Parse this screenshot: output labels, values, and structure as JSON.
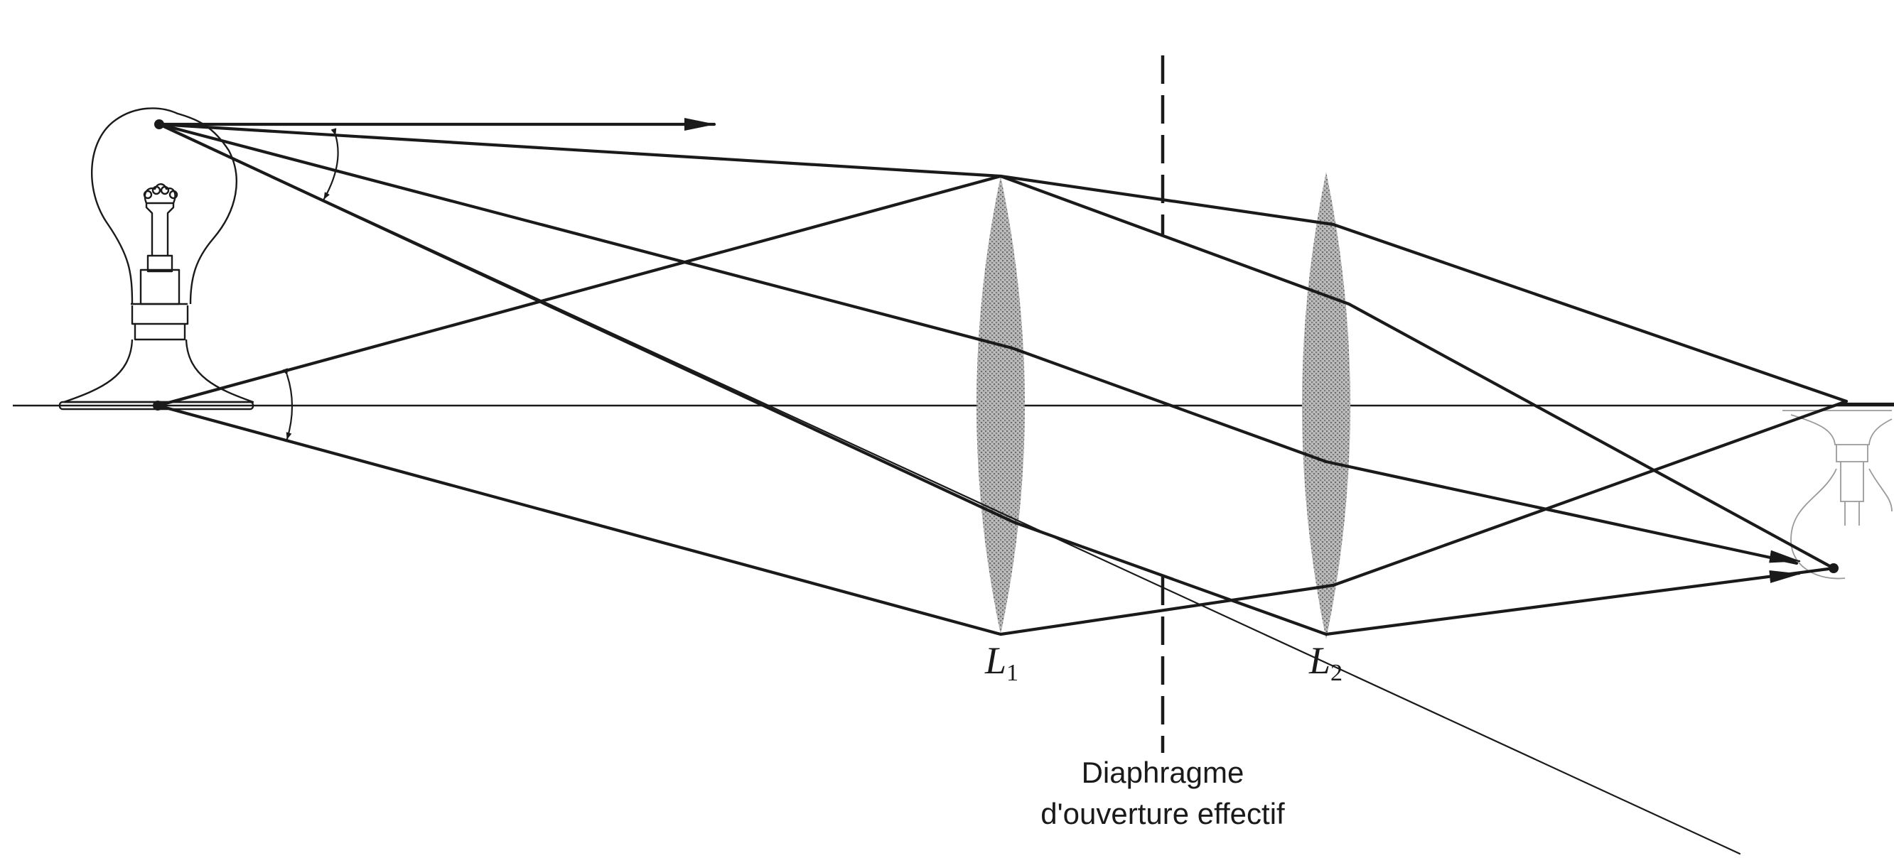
{
  "lenses": [
    {
      "letter": "L",
      "subscript": "1"
    },
    {
      "letter": "L",
      "subscript": "2"
    }
  ],
  "stop": {
    "line1": "Diaphragme",
    "line2": "d'ouverture effectif"
  },
  "colors": {
    "line": "#1a1a1a",
    "lens_fill": "#9c9c9c",
    "background": "#ffffff"
  }
}
